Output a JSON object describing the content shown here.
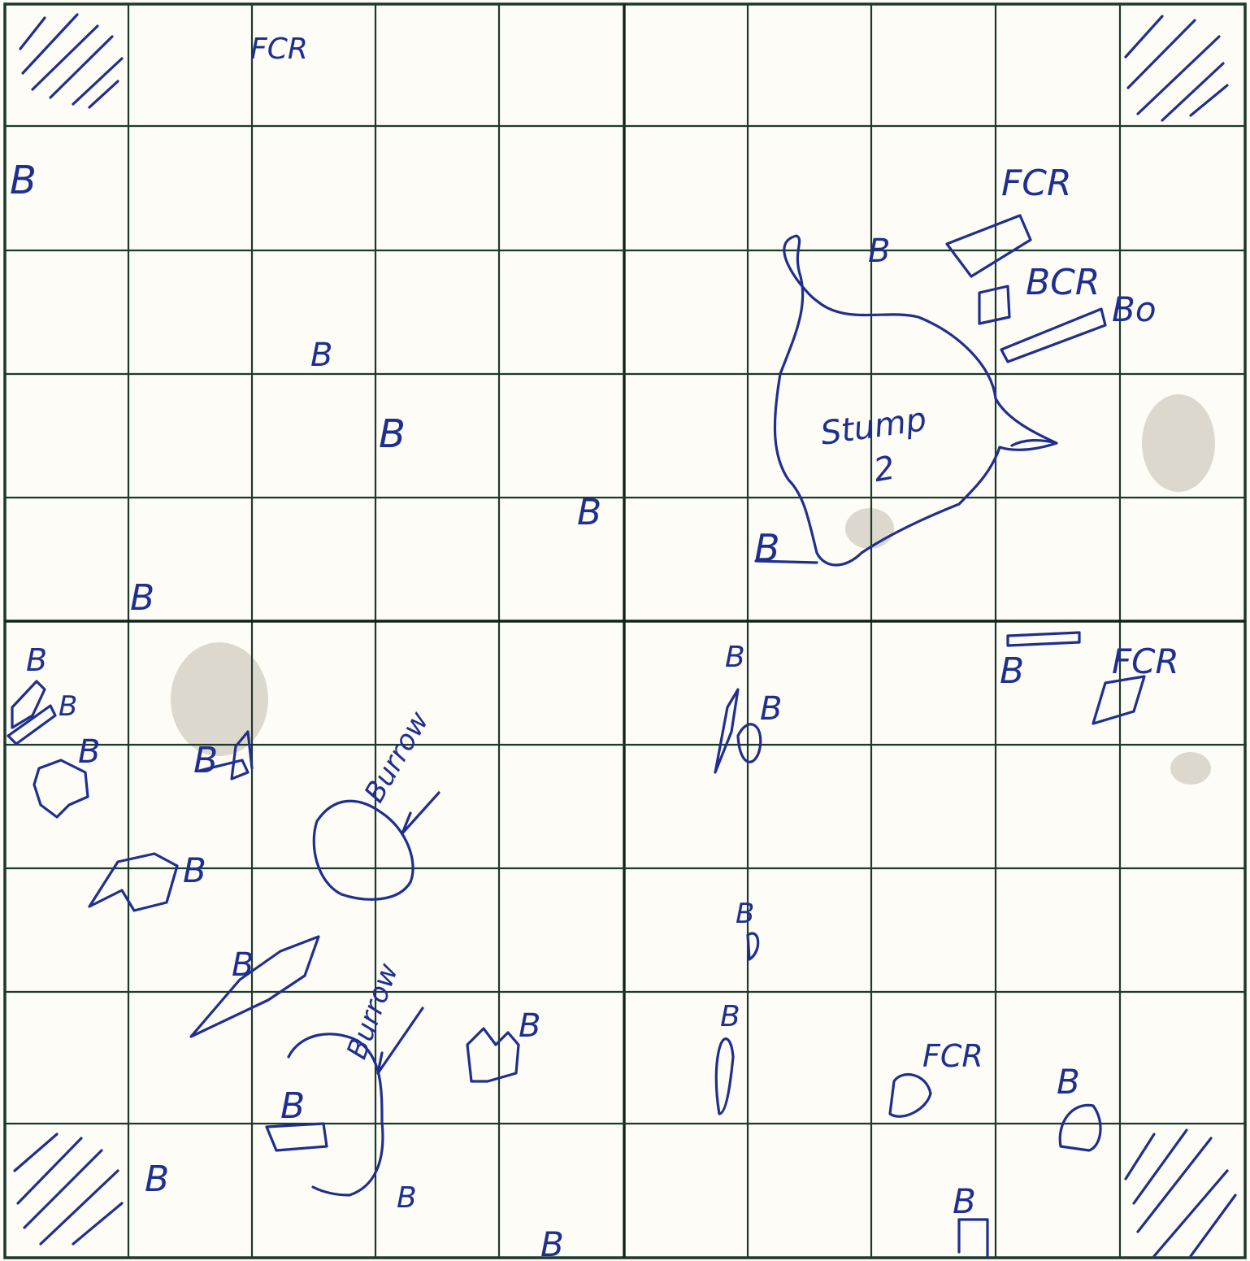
{
  "grid": {
    "columns": 10,
    "rows": 10
  },
  "colors": {
    "ink": "#1f2f8f",
    "grid": "#1b3a2a",
    "paper": "#fdfcf7"
  },
  "labels": {
    "fcr": "FCR",
    "b": "B",
    "bo": "Bo",
    "bcr": "BCR",
    "stump": "Stump",
    "stump_number": "2",
    "burrow": "Burrow"
  },
  "corner_hatches": [
    "top-left",
    "top-right",
    "bottom-left",
    "bottom-right"
  ]
}
